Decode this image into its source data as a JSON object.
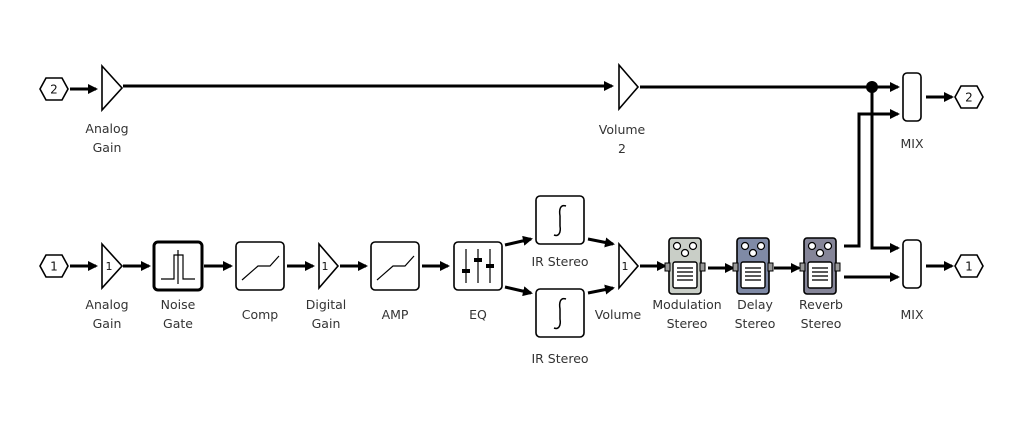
{
  "ports": {
    "in1": "1",
    "in2": "2",
    "out1": "1",
    "out2": "2"
  },
  "triangles": {
    "analog_gain_top": "",
    "analog_gain_bottom": "1",
    "digital_gain": "1",
    "volume_main": "1",
    "volume_2": ""
  },
  "labels": {
    "analog_gain_top": [
      "Analog",
      "Gain"
    ],
    "volume_2": [
      "Volume",
      "2"
    ],
    "mix_top": "MIX",
    "analog_gain_bottom": [
      "Analog",
      "Gain"
    ],
    "noise_gate": [
      "Noise",
      "Gate"
    ],
    "comp": "Comp",
    "digital_gain": [
      "Digital",
      "Gain"
    ],
    "amp": "AMP",
    "eq": "EQ",
    "ir_stereo_top": "IR Stereo",
    "ir_stereo_bottom": "IR Stereo",
    "volume_main": "Volume",
    "modulation": [
      "Modulation",
      "Stereo"
    ],
    "delay": [
      "Delay",
      "Stereo"
    ],
    "reverb": [
      "Reverb",
      "Stereo"
    ],
    "mix_bottom": "MIX"
  },
  "colors": {
    "modulation_pedal": "#c9cec7",
    "delay_pedal": "#7f8aa6",
    "reverb_pedal": "#858598"
  }
}
